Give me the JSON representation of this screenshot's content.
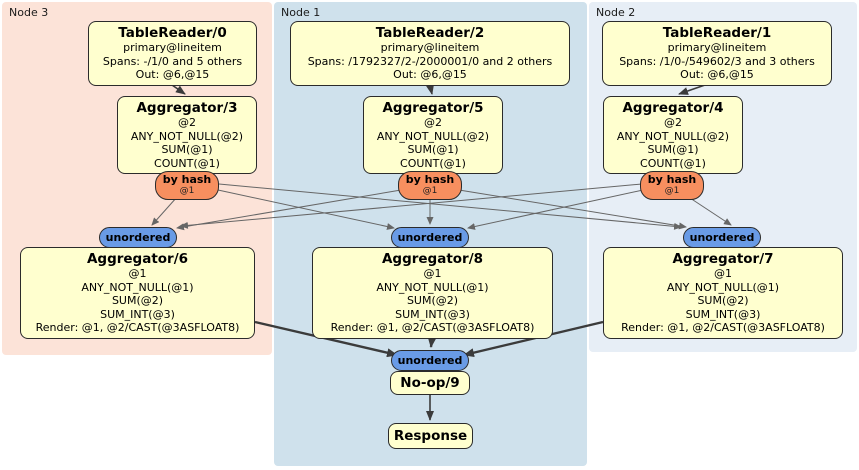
{
  "nodes": {
    "node3": {
      "label": "Node 3"
    },
    "node1": {
      "label": "Node 1"
    },
    "node2": {
      "label": "Node 2"
    }
  },
  "processors": {
    "tablereader0": {
      "title": "TableReader/0",
      "lines": [
        "primary@lineitem",
        "Spans: -/1/0 and 5 others",
        "Out: @6,@15"
      ]
    },
    "tablereader2": {
      "title": "TableReader/2",
      "lines": [
        "primary@lineitem",
        "Spans: /1792327/2-/2000001/0 and 2 others",
        "Out: @6,@15"
      ]
    },
    "tablereader1": {
      "title": "TableReader/1",
      "lines": [
        "primary@lineitem",
        "Spans: /1/0-/549602/3 and 3 others",
        "Out: @6,@15"
      ]
    },
    "aggregator3": {
      "title": "Aggregator/3",
      "lines": [
        "@2",
        "ANY_NOT_NULL(@2)",
        "SUM(@1)",
        "COUNT(@1)"
      ]
    },
    "aggregator5": {
      "title": "Aggregator/5",
      "lines": [
        "@2",
        "ANY_NOT_NULL(@2)",
        "SUM(@1)",
        "COUNT(@1)"
      ]
    },
    "aggregator4": {
      "title": "Aggregator/4",
      "lines": [
        "@2",
        "ANY_NOT_NULL(@2)",
        "SUM(@1)",
        "COUNT(@1)"
      ]
    },
    "aggregator6": {
      "title": "Aggregator/6",
      "lines": [
        "@1",
        "ANY_NOT_NULL(@1)",
        "SUM(@2)",
        "SUM_INT(@3)",
        "Render: @1, @2/CAST(@3ASFLOAT8)"
      ]
    },
    "aggregator8": {
      "title": "Aggregator/8",
      "lines": [
        "@1",
        "ANY_NOT_NULL(@1)",
        "SUM(@2)",
        "SUM_INT(@3)",
        "Render: @1, @2/CAST(@3ASFLOAT8)"
      ]
    },
    "aggregator7": {
      "title": "Aggregator/7",
      "lines": [
        "@1",
        "ANY_NOT_NULL(@1)",
        "SUM(@2)",
        "SUM_INT(@3)",
        "Render: @1, @2/CAST(@3ASFLOAT8)"
      ]
    },
    "noop9": {
      "title": "No-op/9"
    },
    "response": {
      "title": "Response"
    }
  },
  "router": {
    "label": "by hash",
    "detail": "@1"
  },
  "sync": {
    "label": "unordered"
  },
  "colors": {
    "node3_bg": "#fce3d8",
    "node1_bg": "#cfe1ec",
    "node2_bg": "#e7eef6",
    "processor_bg": "#ffffcf",
    "router_bg": "#f78f5f",
    "sync_bg": "#699be6",
    "edge_thin": "#666666",
    "edge_dark": "#3b3b3b"
  }
}
